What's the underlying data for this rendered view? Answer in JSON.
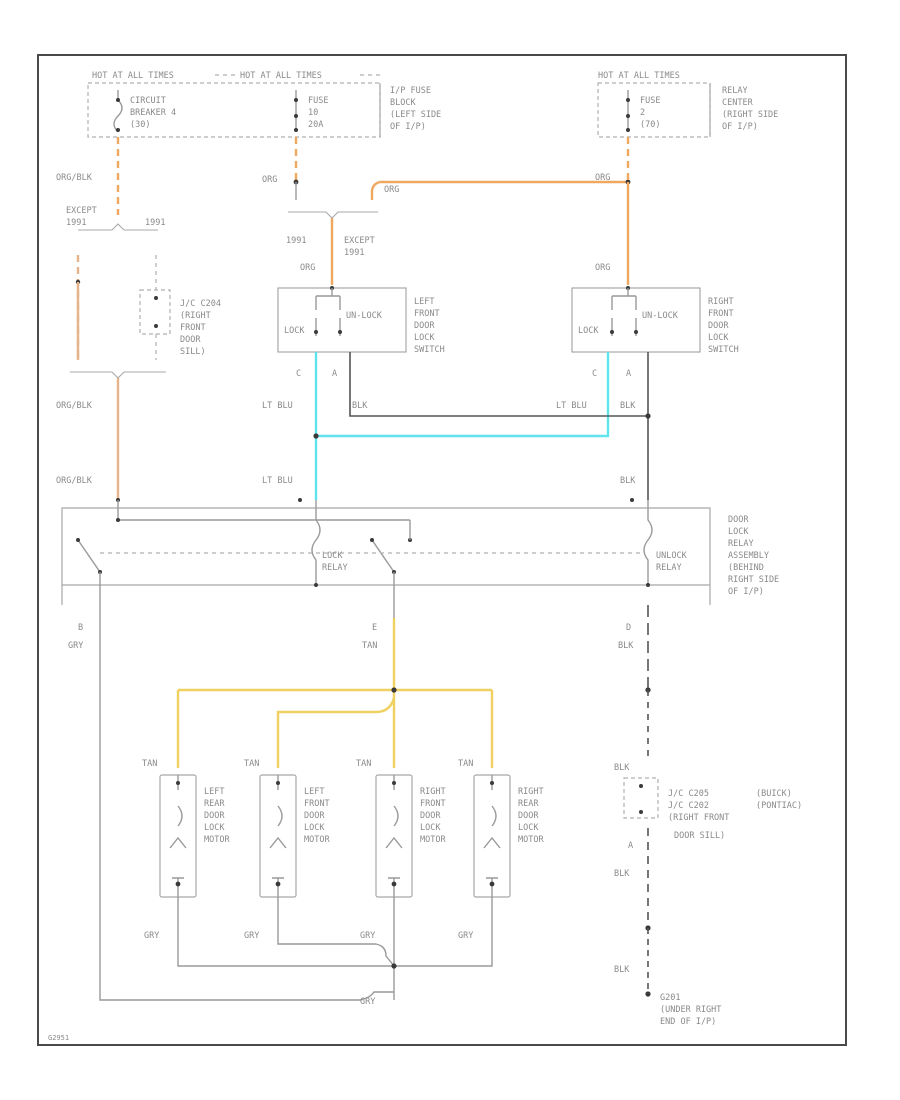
{
  "colors": {
    "orange": "#f0a860",
    "orange_blk": "#e6b48a",
    "lt_blu": "#5fe3ec",
    "tan": "#f0d060",
    "blk": "#555555",
    "gry": "#9a9a9a"
  },
  "power": {
    "hot_in_run": "HOT AT ALL TIMES",
    "hot_all_1": "HOT AT ALL TIMES",
    "hot_all_2": "HOT AT ALL TIMES"
  },
  "components": {
    "cb": [
      "CIRCUIT",
      "BREAKER 4",
      "(30)"
    ],
    "fuse1": [
      "FUSE",
      "10",
      "20A"
    ],
    "ipfuse": [
      "I/P FUSE",
      "BLOCK",
      "(LEFT SIDE",
      "OF I/P)"
    ],
    "fuse2": [
      "FUSE",
      "2",
      "(70)"
    ],
    "relaycenter": [
      "RELAY",
      "CENTER",
      "(RIGHT SIDE",
      "OF I/P)"
    ],
    "jc204": [
      "J/C C204",
      "(RIGHT",
      "FRONT",
      "DOOR",
      "SILL)"
    ],
    "lfswitch": [
      "LEFT",
      "FRONT",
      "DOOR",
      "LOCK",
      "SWITCH"
    ],
    "rfswitch": [
      "RIGHT",
      "FRONT",
      "DOOR",
      "LOCK",
      "SWITCH"
    ],
    "relayasm": [
      "DOOR",
      "LOCK",
      "RELAY",
      "ASSEMBLY",
      "(BEHIND",
      "RIGHT SIDE",
      "OF I/P)"
    ],
    "lock_relay": [
      "LOCK",
      "RELAY"
    ],
    "unlock_relay": [
      "UNLOCK",
      "RELAY"
    ],
    "motor_lr": [
      "LEFT",
      "REAR",
      "DOOR",
      "LOCK",
      "MOTOR"
    ],
    "motor_lf": [
      "LEFT",
      "FRONT",
      "DOOR",
      "LOCK",
      "MOTOR"
    ],
    "motor_rf": [
      "RIGHT",
      "FRONT",
      "DOOR",
      "LOCK",
      "MOTOR"
    ],
    "motor_rr": [
      "RIGHT",
      "REAR",
      "DOOR",
      "LOCK",
      "MOTOR"
    ],
    "jc205": [
      "J/C C205",
      "J/C C202",
      "(RIGHT FRONT",
      "DOOR SILL)"
    ],
    "jc205_brand": [
      "(BUICK)",
      "(PONTIAC)"
    ],
    "ground": [
      "G201",
      "(UNDER RIGHT",
      "END OF I/P)"
    ]
  },
  "switch_pos": {
    "lock": "LOCK",
    "unlock": "UN-LOCK"
  },
  "wires": {
    "org_blk": "ORG/BLK",
    "org": "ORG",
    "lt_blu": "LT BLU",
    "blk": "BLK",
    "gry": "GRY",
    "tan": "TAN"
  },
  "splits": {
    "except1": "EXCEPT",
    "except1b": "1991",
    "y1991a": "1991",
    "y1991b": "1991",
    "except2": "EXCEPT",
    "except2b": "1991"
  },
  "pins": {
    "c": "C",
    "a": "A",
    "b": "B",
    "e": "E",
    "d": "D"
  },
  "footer_code": "G2951"
}
